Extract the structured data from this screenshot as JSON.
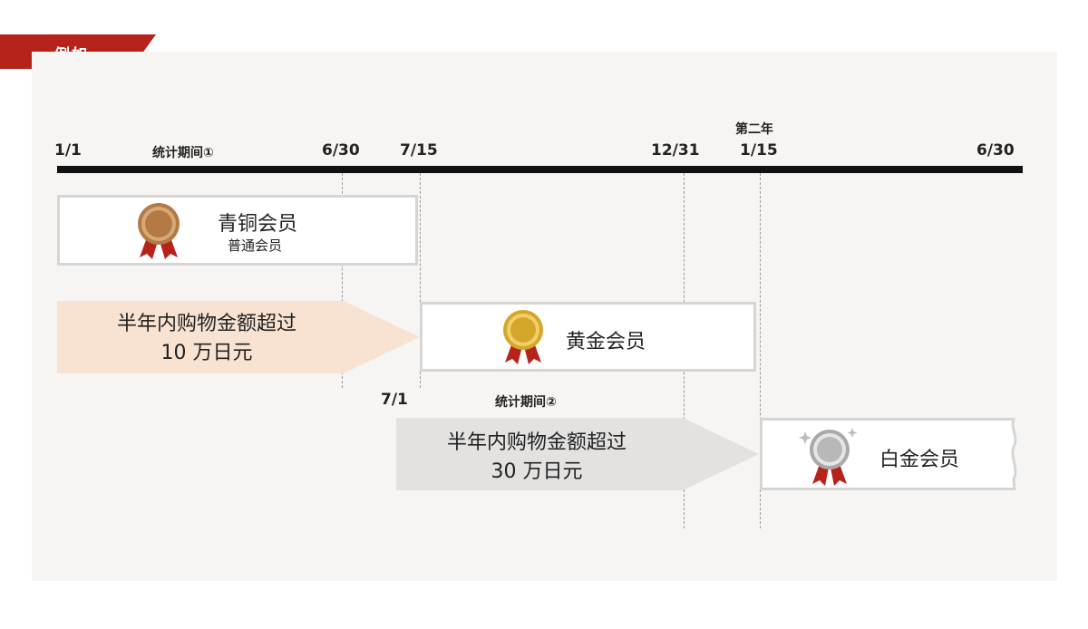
{
  "tag": {
    "label": "例如"
  },
  "timeline": {
    "year2_label": "第二年",
    "period1_label": "统计期间①",
    "period2_label": "统计期间②",
    "dates": {
      "d_1_1": "1/1",
      "d_6_30": "6/30",
      "d_7_15": "7/15",
      "d_12_31": "12/31",
      "d_1_15": "1/15",
      "d_6_30_end": "6/30",
      "d_7_1": "7/1"
    }
  },
  "bronze": {
    "title": "青铜会员",
    "subtitle": "普通会员",
    "color": "#b37a45"
  },
  "gold": {
    "title": "黄金会员",
    "color": "#d4a72c"
  },
  "platinum": {
    "title": "白金会员",
    "color": "#b8b8b8"
  },
  "condition1": {
    "line1": "半年内购物金额超过",
    "line2": "10 万日元",
    "color": "#f8e3d2"
  },
  "condition2": {
    "line1": "半年内购物金额超过",
    "line2": "30 万日元",
    "color": "#e4e2e1"
  },
  "colors": {
    "accent": "#b5231b",
    "ribbon": "#b5231b"
  }
}
